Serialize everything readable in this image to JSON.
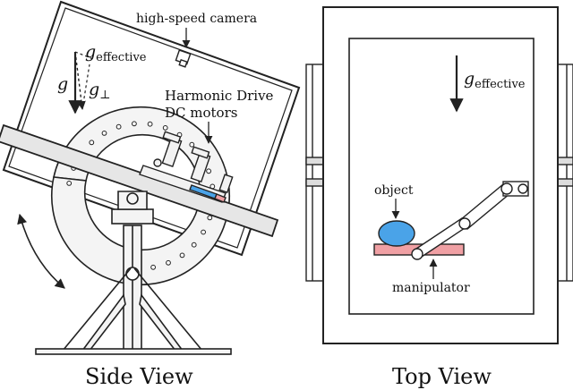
{
  "labels": {
    "camera": "high-speed camera",
    "g_effective_main": "g",
    "g_effective_sub": "effective",
    "g": "g",
    "g_perp_main": "g",
    "g_perp_sub": "⊥",
    "motors_line1": "Harmonic Drive",
    "motors_line2": "DC motors",
    "top_g_main": "g",
    "top_g_sub": "effective",
    "object": "object",
    "manipulator": "manipulator",
    "side_view": "Side View",
    "top_view": "Top View"
  },
  "colors": {
    "object_fill": "#4aa3e8",
    "manipulator_fill": "#f0a0a4",
    "line": "#222222",
    "metal_fill": "#ececec",
    "rail_fill": "#dddddd"
  }
}
